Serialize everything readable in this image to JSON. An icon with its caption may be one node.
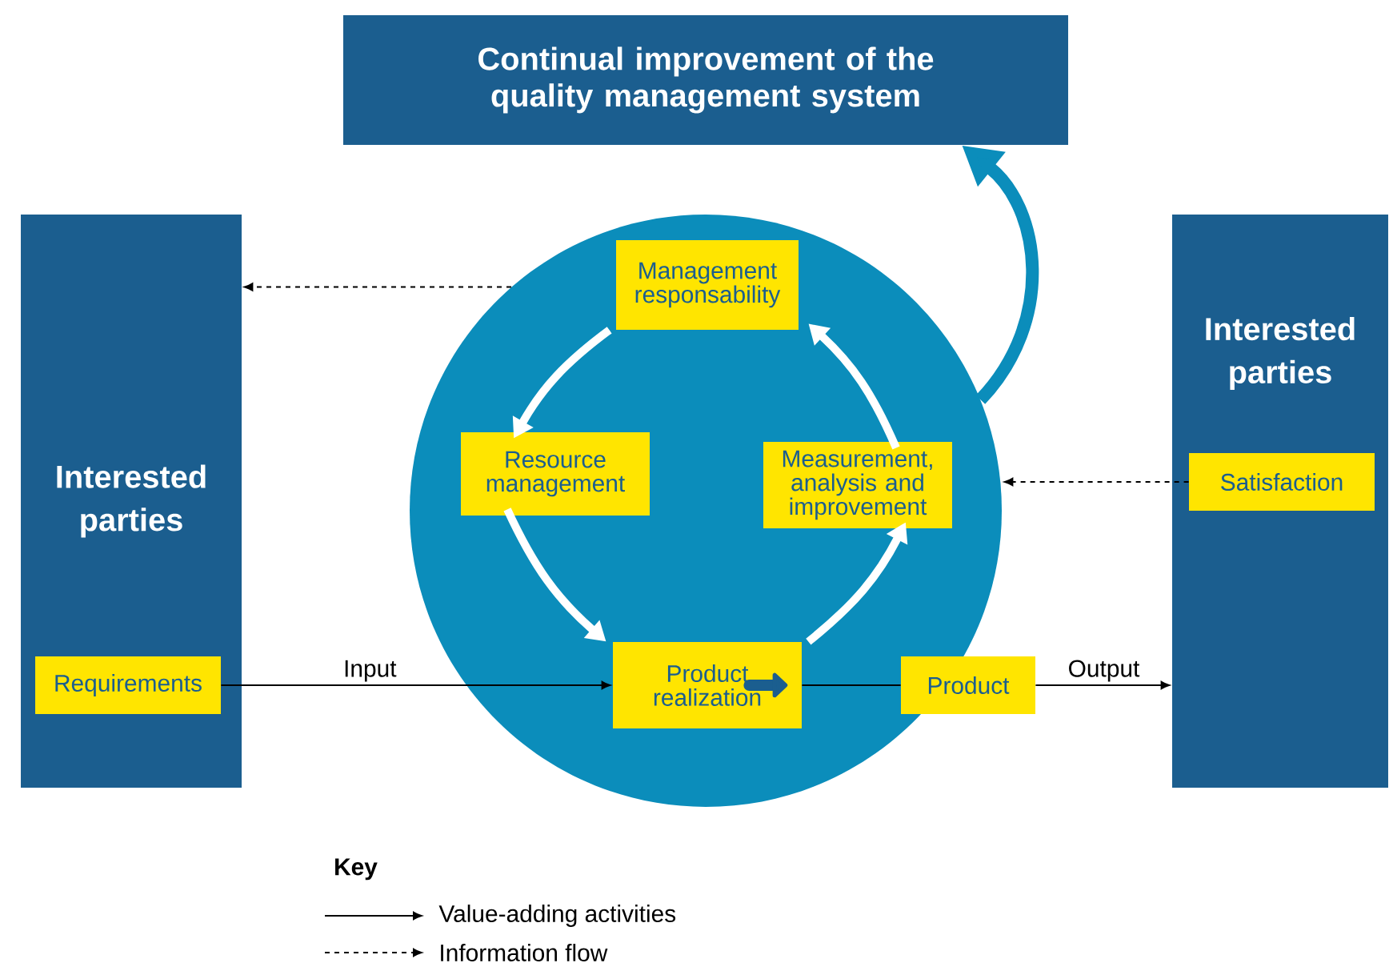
{
  "diagram": {
    "nodes": [
      {
        "text": [
          "Continual improvement of the quality management system"
        ]
      },
      {
        "text": [
          "Interested parties"
        ]
      },
      {
        "text": [
          "Requirements"
        ],
        "in": 1
      },
      {
        "text": [],
        "shape": "circle"
      },
      {
        "text": [
          "Management responsability"
        ],
        "in": 3
      },
      {
        "text": [
          "Resource management"
        ],
        "in": 3
      },
      {
        "text": [
          "Measurement, analysis and improvement"
        ],
        "in": 3
      },
      {
        "text": [
          "Product realization"
        ],
        "in": 3
      },
      {
        "text": [
          "Product"
        ]
      },
      {
        "text": [
          "Interested parties"
        ]
      },
      {
        "text": [
          "Satisfaction"
        ],
        "in": 9
      }
    ],
    "edges": [
      {
        "from": 2,
        "to": 7,
        "arrow": "to",
        "label": "Input"
      },
      {
        "from": 7,
        "to": 8,
        "arrow": "none"
      },
      {
        "from": 8,
        "to": 9,
        "arrow": "to",
        "label": "Output"
      },
      {
        "from": 3,
        "to": 1,
        "arrow": "to",
        "style": "dashed"
      },
      {
        "from": 10,
        "to": 3,
        "arrow": "to",
        "style": "dashed"
      },
      {
        "from": 4,
        "to": 5,
        "arrow": "to",
        "style": "thick",
        "color": "#ffffff"
      },
      {
        "from": 5,
        "to": 7,
        "arrow": "to",
        "style": "thick",
        "color": "#ffffff"
      },
      {
        "from": 7,
        "to": 6,
        "arrow": "to",
        "style": "thick",
        "color": "#ffffff"
      },
      {
        "from": 6,
        "to": 4,
        "arrow": "to",
        "style": "thick",
        "color": "#ffffff"
      },
      {
        "from": 3,
        "to": 0,
        "arrow": "to",
        "style": "thick",
        "color": "#0b8dbb"
      }
    ],
    "labels": [
      "Key"
    ],
    "legend": [
      {
        "text": "Value-adding activities"
      },
      {
        "text": "Information flow"
      }
    ]
  }
}
